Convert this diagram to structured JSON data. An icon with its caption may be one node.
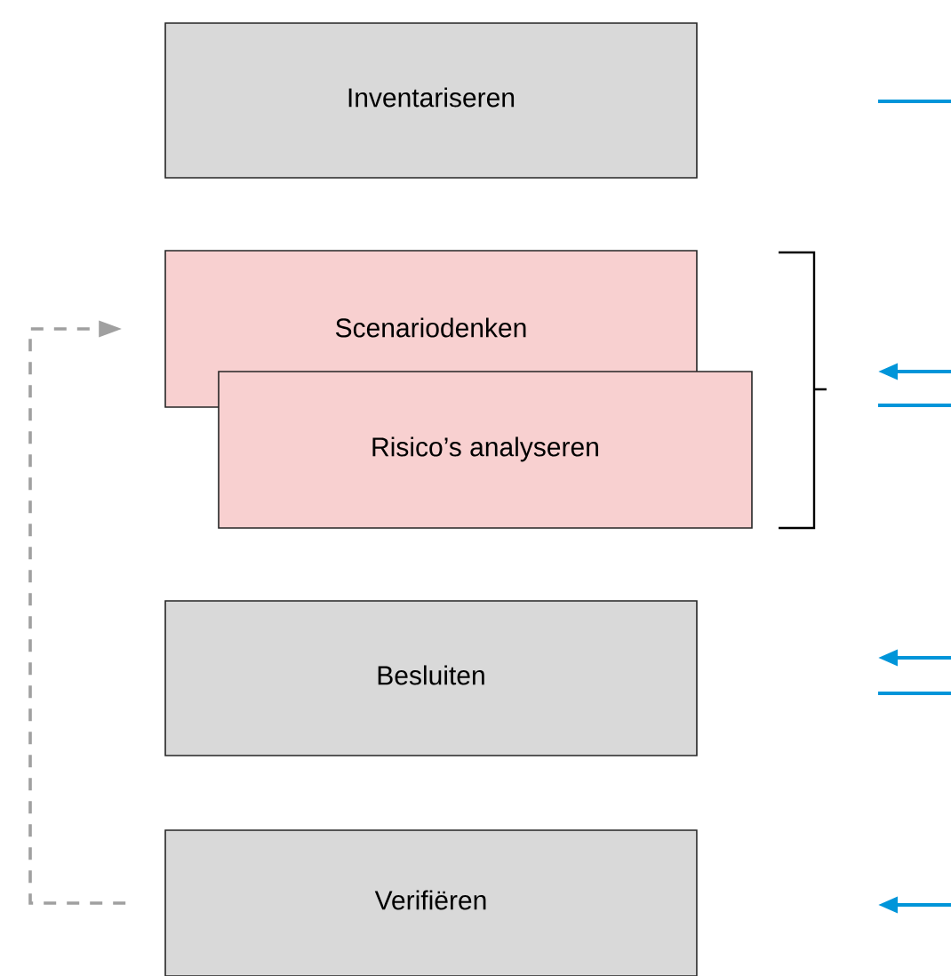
{
  "diagram": {
    "nodes": [
      {
        "text": [
          "Inventariseren"
        ]
      },
      {
        "text": [
          "Scenariodenken"
        ]
      },
      {
        "text": [
          "Risico’s analyseren"
        ]
      },
      {
        "text": [
          "Besluiten"
        ]
      },
      {
        "text": [
          "Verifiëren"
        ]
      }
    ],
    "edges": [
      {
        "from": 4,
        "to": 1,
        "arrow": "to",
        "style": "dashed",
        "color": "#a0a0a0"
      }
    ]
  }
}
